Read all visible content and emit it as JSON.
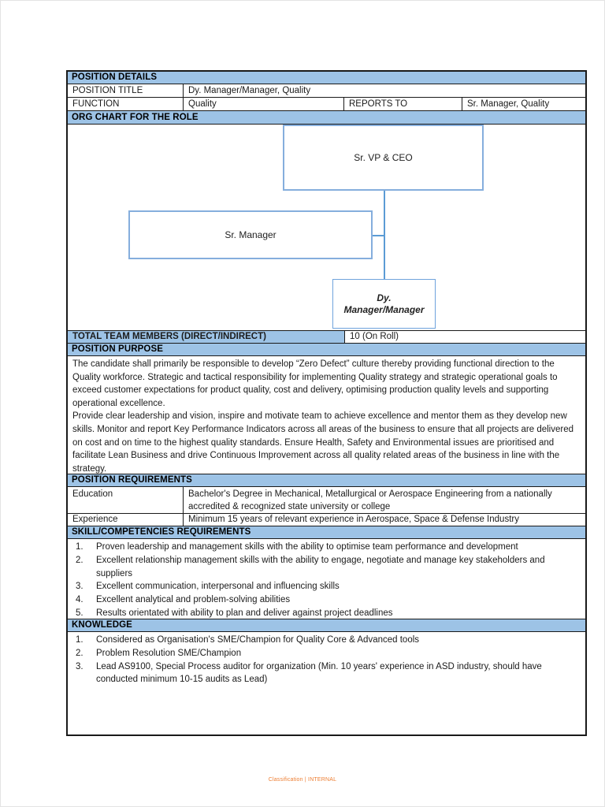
{
  "position_details": {
    "section_title": "POSITION DETAILS",
    "position_title_label": "POSITION TITLE",
    "position_title_value": "Dy. Manager/Manager, Quality",
    "function_label": "FUNCTION",
    "function_value": "Quality",
    "reports_to_label": "REPORTS TO",
    "reports_to_value": "Sr. Manager, Quality"
  },
  "org_chart": {
    "section_title": "ORG CHART FOR THE ROLE",
    "top_node": "Sr. VP & CEO",
    "middle_node": "Sr. Manager",
    "bottom_node": "Dy. Manager/Manager"
  },
  "team": {
    "label": "TOTAL TEAM MEMBERS (DIRECT/INDIRECT)",
    "value": "10 (On Roll)"
  },
  "position_purpose": {
    "section_title": "POSITION PURPOSE",
    "paragraphs": [
      "The candidate shall primarily be responsible to develop “Zero Defect” culture thereby providing functional direction to the Quality workforce. Strategic and tactical responsibility for implementing Quality strategy and strategic operational goals to exceed customer expectations for product quality, cost and delivery, optimising production quality levels and supporting operational excellence.",
      "Provide clear leadership and vision, inspire and motivate team to achieve excellence and mentor them as they develop new skills. Monitor and report Key Performance Indicators across all areas of the business to ensure that all projects are delivered on cost and on time to the highest quality standards. Ensure Health, Safety and Environmental issues are prioritised and facilitate Lean Business and drive Continuous Improvement across all quality related areas of the business in line with the strategy."
    ]
  },
  "position_requirements": {
    "section_title": "POSITION REQUIREMENTS",
    "education_label": "Education",
    "education_value": "Bachelor's Degree in Mechanical, Metallurgical or Aerospace Engineering from a nationally accredited & recognized state university or college",
    "experience_label": "Experience",
    "experience_value": "Minimum 15 years of relevant experience in Aerospace, Space & Defense Industry"
  },
  "skills": {
    "section_title": "SKILL/COMPETENCIES REQUIREMENTS",
    "items": [
      "Proven leadership and management skills with the ability to optimise team performance and development",
      "Excellent relationship management skills with the ability to engage, negotiate and manage key stakeholders and suppliers",
      "Excellent communication, interpersonal and influencing skills",
      "Excellent analytical and problem-solving abilities",
      "Results orientated with ability to plan and deliver against project deadlines"
    ]
  },
  "knowledge": {
    "section_title": "KNOWLEDGE",
    "items": [
      "Considered as Organisation's SME/Champion for Quality Core & Advanced tools",
      "Problem Resolution SME/Champion",
      "Lead AS9100, Special Process auditor for organization (Min. 10 years' experience in ASD industry, should have conducted minimum 10-15 audits as Lead)"
    ]
  },
  "footer": {
    "classification": "Classification | INTERNAL"
  },
  "colors": {
    "section_header_bg": "#9DC3E6",
    "org_box_border": "#85aedd",
    "connector": "#5B9BD5",
    "footer_text": "#ED7D31",
    "table_border": "#1a1a1a"
  }
}
